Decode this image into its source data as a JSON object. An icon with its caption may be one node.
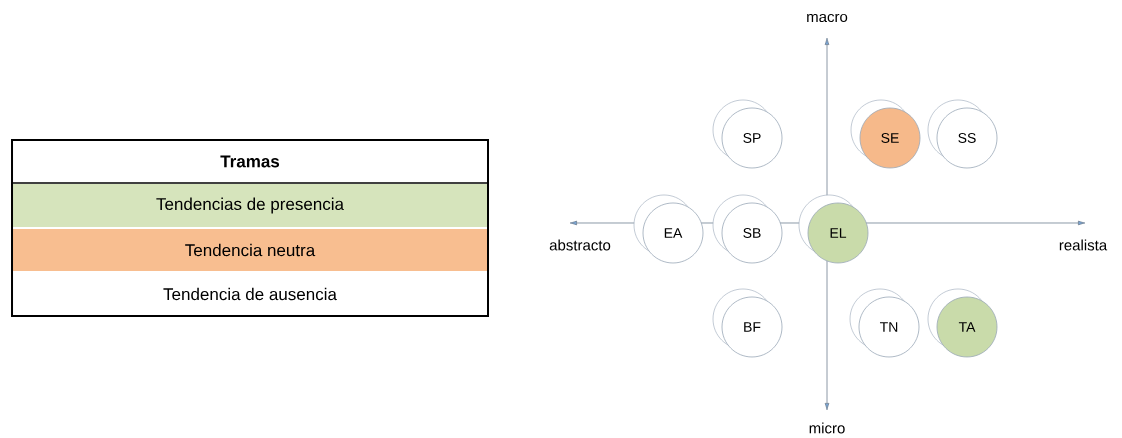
{
  "diagram": {
    "nodes": [
      {
        "text": [
          "SP"
        ]
      },
      {
        "text": [
          "SE"
        ]
      },
      {
        "text": [
          "SS"
        ]
      },
      {
        "text": [
          "EA"
        ]
      },
      {
        "text": [
          "SB"
        ]
      },
      {
        "text": [
          "EL"
        ]
      },
      {
        "text": [
          "BF"
        ]
      },
      {
        "text": [
          "TN"
        ]
      },
      {
        "text": [
          "TA"
        ]
      }
    ],
    "labels": [
      "macro",
      "Tramas",
      "abstracto",
      "realista",
      "micro"
    ],
    "legend": [
      {
        "text": "Tendencias de presencia",
        "color": "#d6e4bc"
      },
      {
        "text": "Tendencia neutra",
        "color": "#f8be90"
      },
      {
        "text": "Tendencia de ausencia",
        "color": "#ffffff"
      }
    ]
  }
}
